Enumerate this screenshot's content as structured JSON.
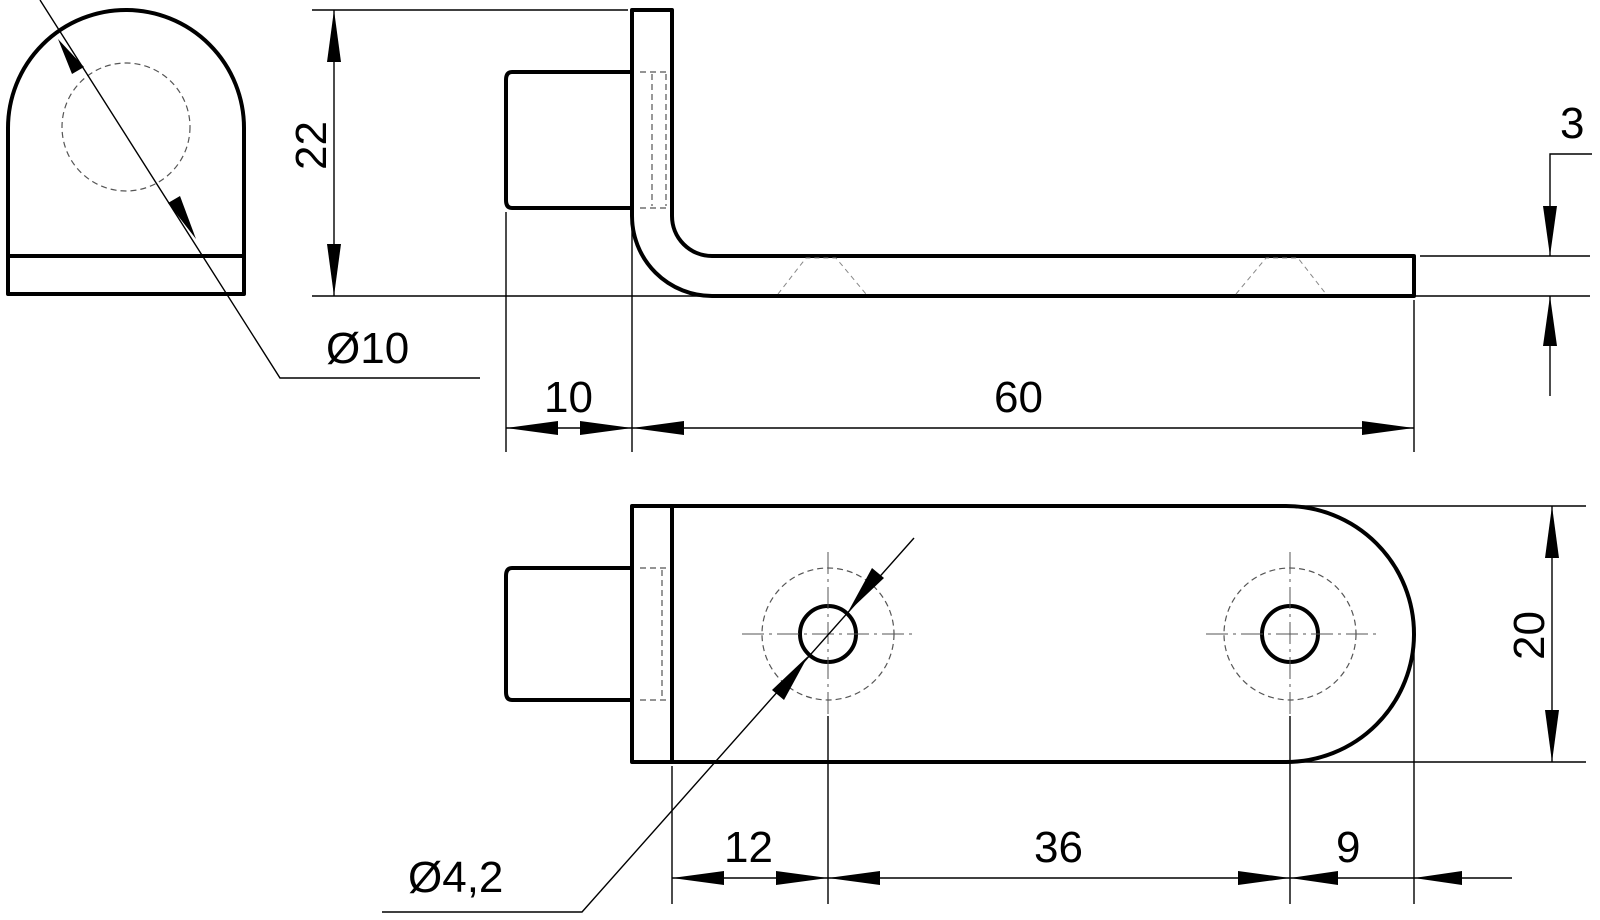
{
  "dimensions": {
    "hole_diameter_front": "Ø10",
    "length_10": "10",
    "length_60": "60",
    "height_22": "22",
    "thickness_3": "3",
    "width_20": "20",
    "hole_diameter_plan": "Ø4,2",
    "length_12": "12",
    "length_36": "36",
    "length_9": "9"
  }
}
